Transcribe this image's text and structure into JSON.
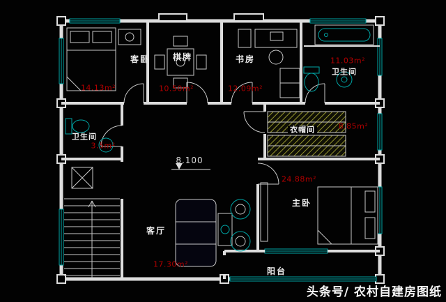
{
  "watermark": "头条号/ 农村自建房图纸",
  "elevation_label": "8.100",
  "rooms": {
    "guest_bedroom": {
      "name": "客卧",
      "area": "14.13m²"
    },
    "chess_room": {
      "name": "棋牌",
      "area": "10.50m²"
    },
    "study": {
      "name": "书房",
      "area": "12.09m²"
    },
    "bathroom_top": {
      "name": "卫生间",
      "area": "11.03m²"
    },
    "bathroom_left": {
      "name": "卫生间",
      "area": "3.5m²"
    },
    "cloakroom": {
      "name": "衣帽间",
      "area": "8.85m²"
    },
    "master_bedroom": {
      "name": "主卧",
      "area": "24.88m²"
    },
    "living_room": {
      "name": "客厅",
      "area": "17.30m²"
    },
    "balcony": {
      "name": "阳台"
    }
  },
  "colors": {
    "background": "#020202",
    "wall": "#dddddd",
    "fixture": "#00a5a5",
    "area_text": "#b20000",
    "label_text": "#ececec"
  }
}
